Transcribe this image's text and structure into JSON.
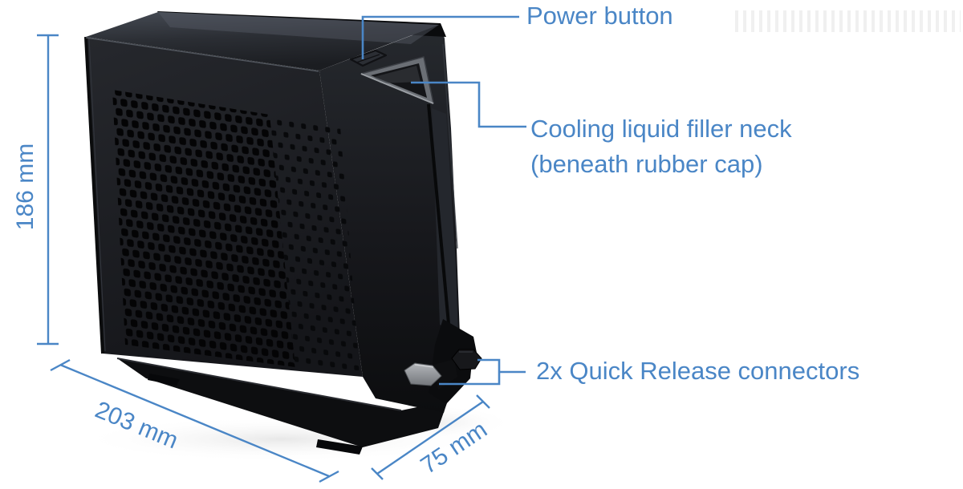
{
  "diagram": {
    "callouts": {
      "power_button": "Power button",
      "filler_neck_line1": "Cooling liquid filler neck",
      "filler_neck_line2": "(beneath rubber cap)",
      "quick_release": "2x Quick Release connectors"
    },
    "dimensions": {
      "height": "186 mm",
      "width": "203 mm",
      "depth": "75 mm"
    },
    "colors": {
      "annotation": "#4a86c6",
      "background": "#ffffff",
      "device_body": "#1b1d21",
      "connector_metal": "#a7aaae"
    }
  }
}
